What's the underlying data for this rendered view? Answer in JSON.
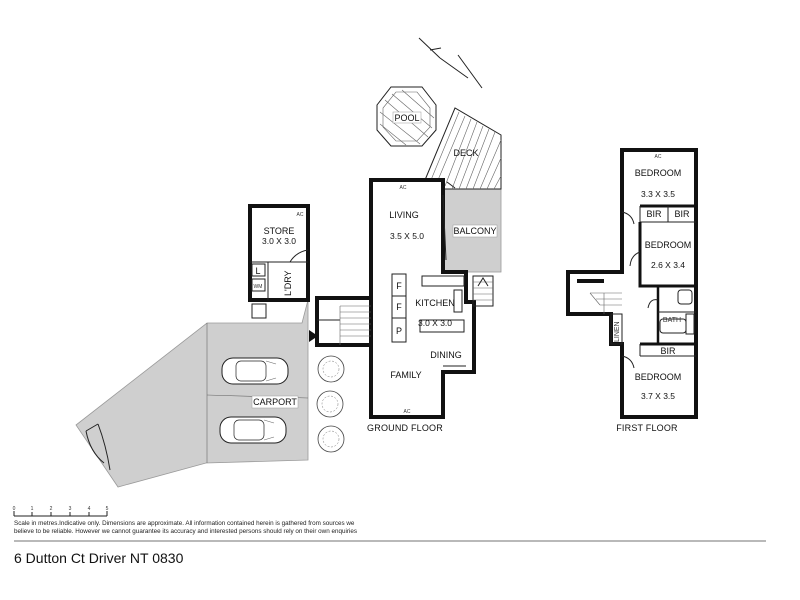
{
  "plan": {
    "ground_floor": {
      "caption": "GROUND FLOOR",
      "rooms": {
        "living": {
          "name": "LIVING",
          "dims": "3.5 X 5.0"
        },
        "kitchen": {
          "name": "KITCHEN",
          "dims": "3.0 X 3.0"
        },
        "dining": {
          "name": "DINING"
        },
        "family": {
          "name": "FAMILY"
        },
        "store": {
          "name": "STORE",
          "dims": "3.0 X 3.0"
        },
        "laundry": {
          "name": "L'DRY"
        },
        "balcony": {
          "name": "BALCONY"
        },
        "deck": {
          "name": "DECK"
        },
        "pool": {
          "name": "POOL"
        },
        "carport": {
          "name": "CARPORT"
        }
      },
      "fixtures": {
        "fridge1": "F",
        "fridge2": "F",
        "pantry": "P",
        "linen_l": "L",
        "wm": "WM"
      }
    },
    "first_floor": {
      "caption": "FIRST FLOOR",
      "rooms": {
        "bedroom1": {
          "name": "BEDROOM",
          "dims": "3.3 X 3.5"
        },
        "bedroom2": {
          "name": "BEDROOM",
          "dims": "2.6 X 3.4"
        },
        "bedroom3": {
          "name": "BEDROOM",
          "dims": "3.7 X 3.5"
        },
        "bir1": {
          "name": "BIR"
        },
        "bir2": {
          "name": "BIR"
        },
        "bir3": {
          "name": "BIR"
        },
        "bath": {
          "name": "BATH"
        },
        "linen": {
          "name": "LINEN"
        }
      }
    },
    "ac_marks": {
      "label": "AC"
    },
    "scale": {
      "ticks": [
        "0",
        "1",
        "2",
        "3",
        "4",
        "5"
      ]
    },
    "disclaimer_line1": "Scale in metres.Indicative only. Dimensions are approximate. All information contained herein is gathered from sources we",
    "disclaimer_line2": "believe to be reliable. However we cannot guarantee its accuracy and interested persons should rely on their own enquiries",
    "address": "6 Dutton Ct Driver NT 0830"
  }
}
